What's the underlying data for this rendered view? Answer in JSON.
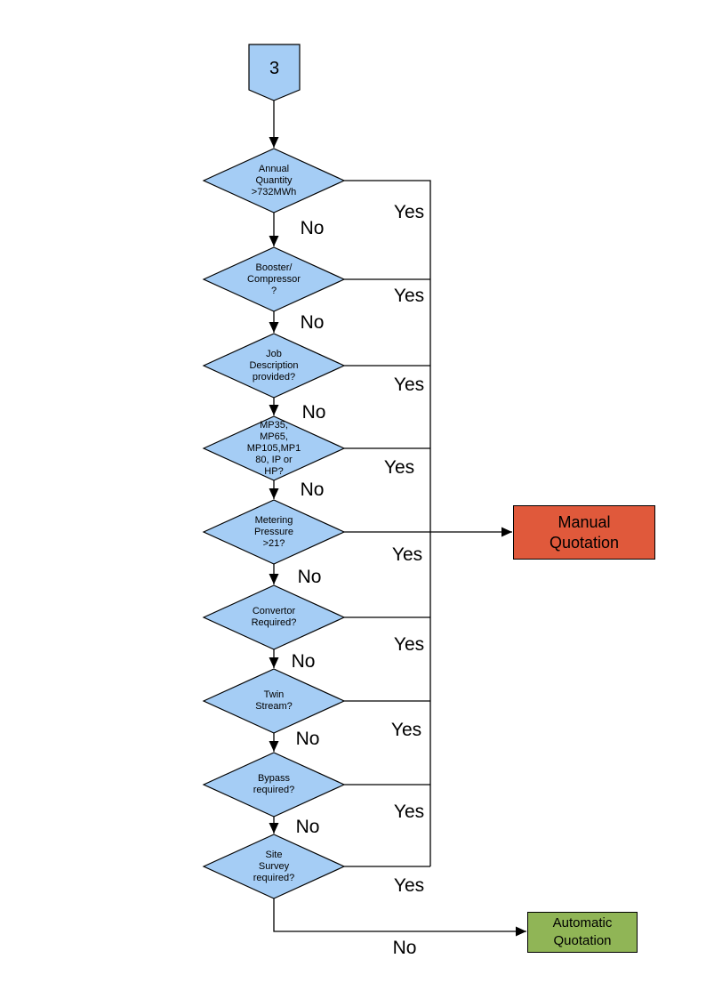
{
  "diagram": {
    "type": "flowchart",
    "connector": {
      "label": "3"
    },
    "decisions": [
      {
        "id": "annual-quantity",
        "label": "Annual\nQuantity\n>732MWh"
      },
      {
        "id": "booster-compressor",
        "label": "Booster/\nCompressor\n?"
      },
      {
        "id": "job-description",
        "label": "Job\nDescription\nprovided?"
      },
      {
        "id": "meter-type",
        "label": "MP35,\nMP65,\nMP105,MP1\n80, IP or\nHP?"
      },
      {
        "id": "metering-pressure",
        "label": "Metering\nPressure\n>21?"
      },
      {
        "id": "convertor",
        "label": "Convertor\nRequired?"
      },
      {
        "id": "twin-stream",
        "label": "Twin\nStream?"
      },
      {
        "id": "bypass",
        "label": "Bypass\nrequired?"
      },
      {
        "id": "site-survey",
        "label": "Site\nSurvey\nrequired?"
      }
    ],
    "edges": {
      "yes_label": "Yes",
      "no_label": "No"
    },
    "outcomes": {
      "manual": {
        "label": "Manual\nQuotation",
        "fill": "#e0593b"
      },
      "automatic": {
        "label": "Automatic\nQuotation",
        "fill": "#90b556"
      }
    },
    "colors": {
      "decision_fill": "#a5cdf5",
      "line": "#000000",
      "text": "#000000",
      "background": "#ffffff"
    }
  }
}
